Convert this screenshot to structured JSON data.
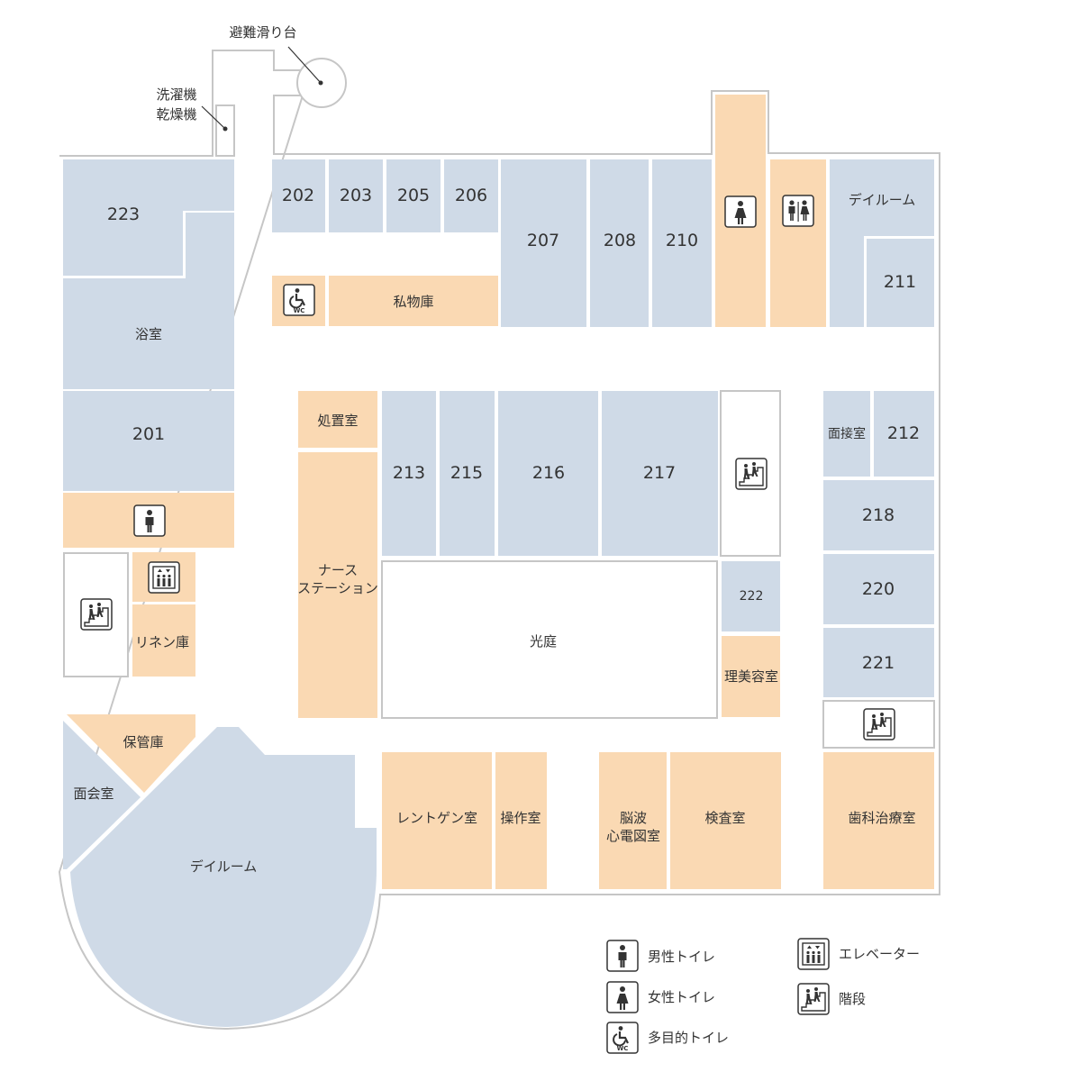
{
  "colors": {
    "room": "#cfdae7",
    "facility": "#fad9b3",
    "outline": "#c6c6c6",
    "white": "#ffffff",
    "text": "#333333"
  },
  "labels": {
    "slide": "避難滑り台",
    "washer_line1": "洗濯機",
    "washer_line2": "乾燥機",
    "r223": "223",
    "bath": "浴室",
    "r201": "201",
    "linen": "リネン庫",
    "storage": "保管庫",
    "meeting_room": "面会室",
    "dayroom_sw": "デイルーム",
    "r202": "202",
    "r203": "203",
    "r205": "205",
    "r206": "206",
    "r207": "207",
    "r208": "208",
    "r210": "210",
    "private_storage": "私物庫",
    "dayroom_ne": "デイルーム",
    "r211": "211",
    "disposal": "処置室",
    "nurse_line1": "ナース",
    "nurse_line2": "ステーション",
    "r213": "213",
    "r215": "215",
    "r216": "216",
    "r217": "217",
    "courtyard": "光庭",
    "r222": "222",
    "barber": "理美容室",
    "interview": "面接室",
    "r212": "212",
    "r218": "218",
    "r220": "220",
    "r221": "221",
    "xray": "レントゲン室",
    "control": "操作室",
    "eeg_line1": "脳波",
    "eeg_line2": "心電図室",
    "exam": "検査室",
    "dental": "歯科治療室"
  },
  "legend": {
    "male": "男性トイレ",
    "female": "女性トイレ",
    "multi": "多目的トイレ",
    "elevator": "エレベーター",
    "stairs": "階段"
  },
  "icons": {
    "male": "male-toilet-icon",
    "female": "female-toilet-icon",
    "restroom": "restroom-icon",
    "multi": "accessible-toilet-icon",
    "elevator": "elevator-icon",
    "stairs": "stairs-icon"
  }
}
